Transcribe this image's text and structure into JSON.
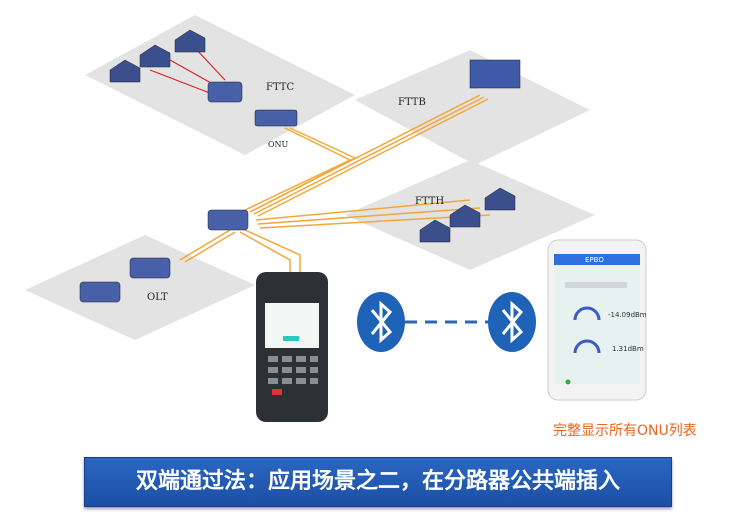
{
  "labels": {
    "fttc": "FTTC",
    "onu": "ONU",
    "fttb": "FTTB",
    "ftth": "FTTH",
    "olt": "OLT"
  },
  "phone": {
    "app_title": "EPBO",
    "reading_1": "-14.09dBm",
    "reading_2": "1.31dBm"
  },
  "caption": "完整显示所有ONU列表",
  "banner": "双端通过法：应用场景之二，在分路器公共端插入",
  "colors": {
    "fiber": "#f3a73a",
    "banner": "#2a66c2",
    "caption": "#e8651d",
    "bluetooth": "#1e63b8",
    "platform": "#e3e3e3"
  },
  "icons": [
    "house-icon",
    "router-icon",
    "onu-icon",
    "building-icon",
    "splitter-icon",
    "olt-icon",
    "handheld-tester-icon",
    "bluetooth-icon",
    "smartphone-icon"
  ]
}
